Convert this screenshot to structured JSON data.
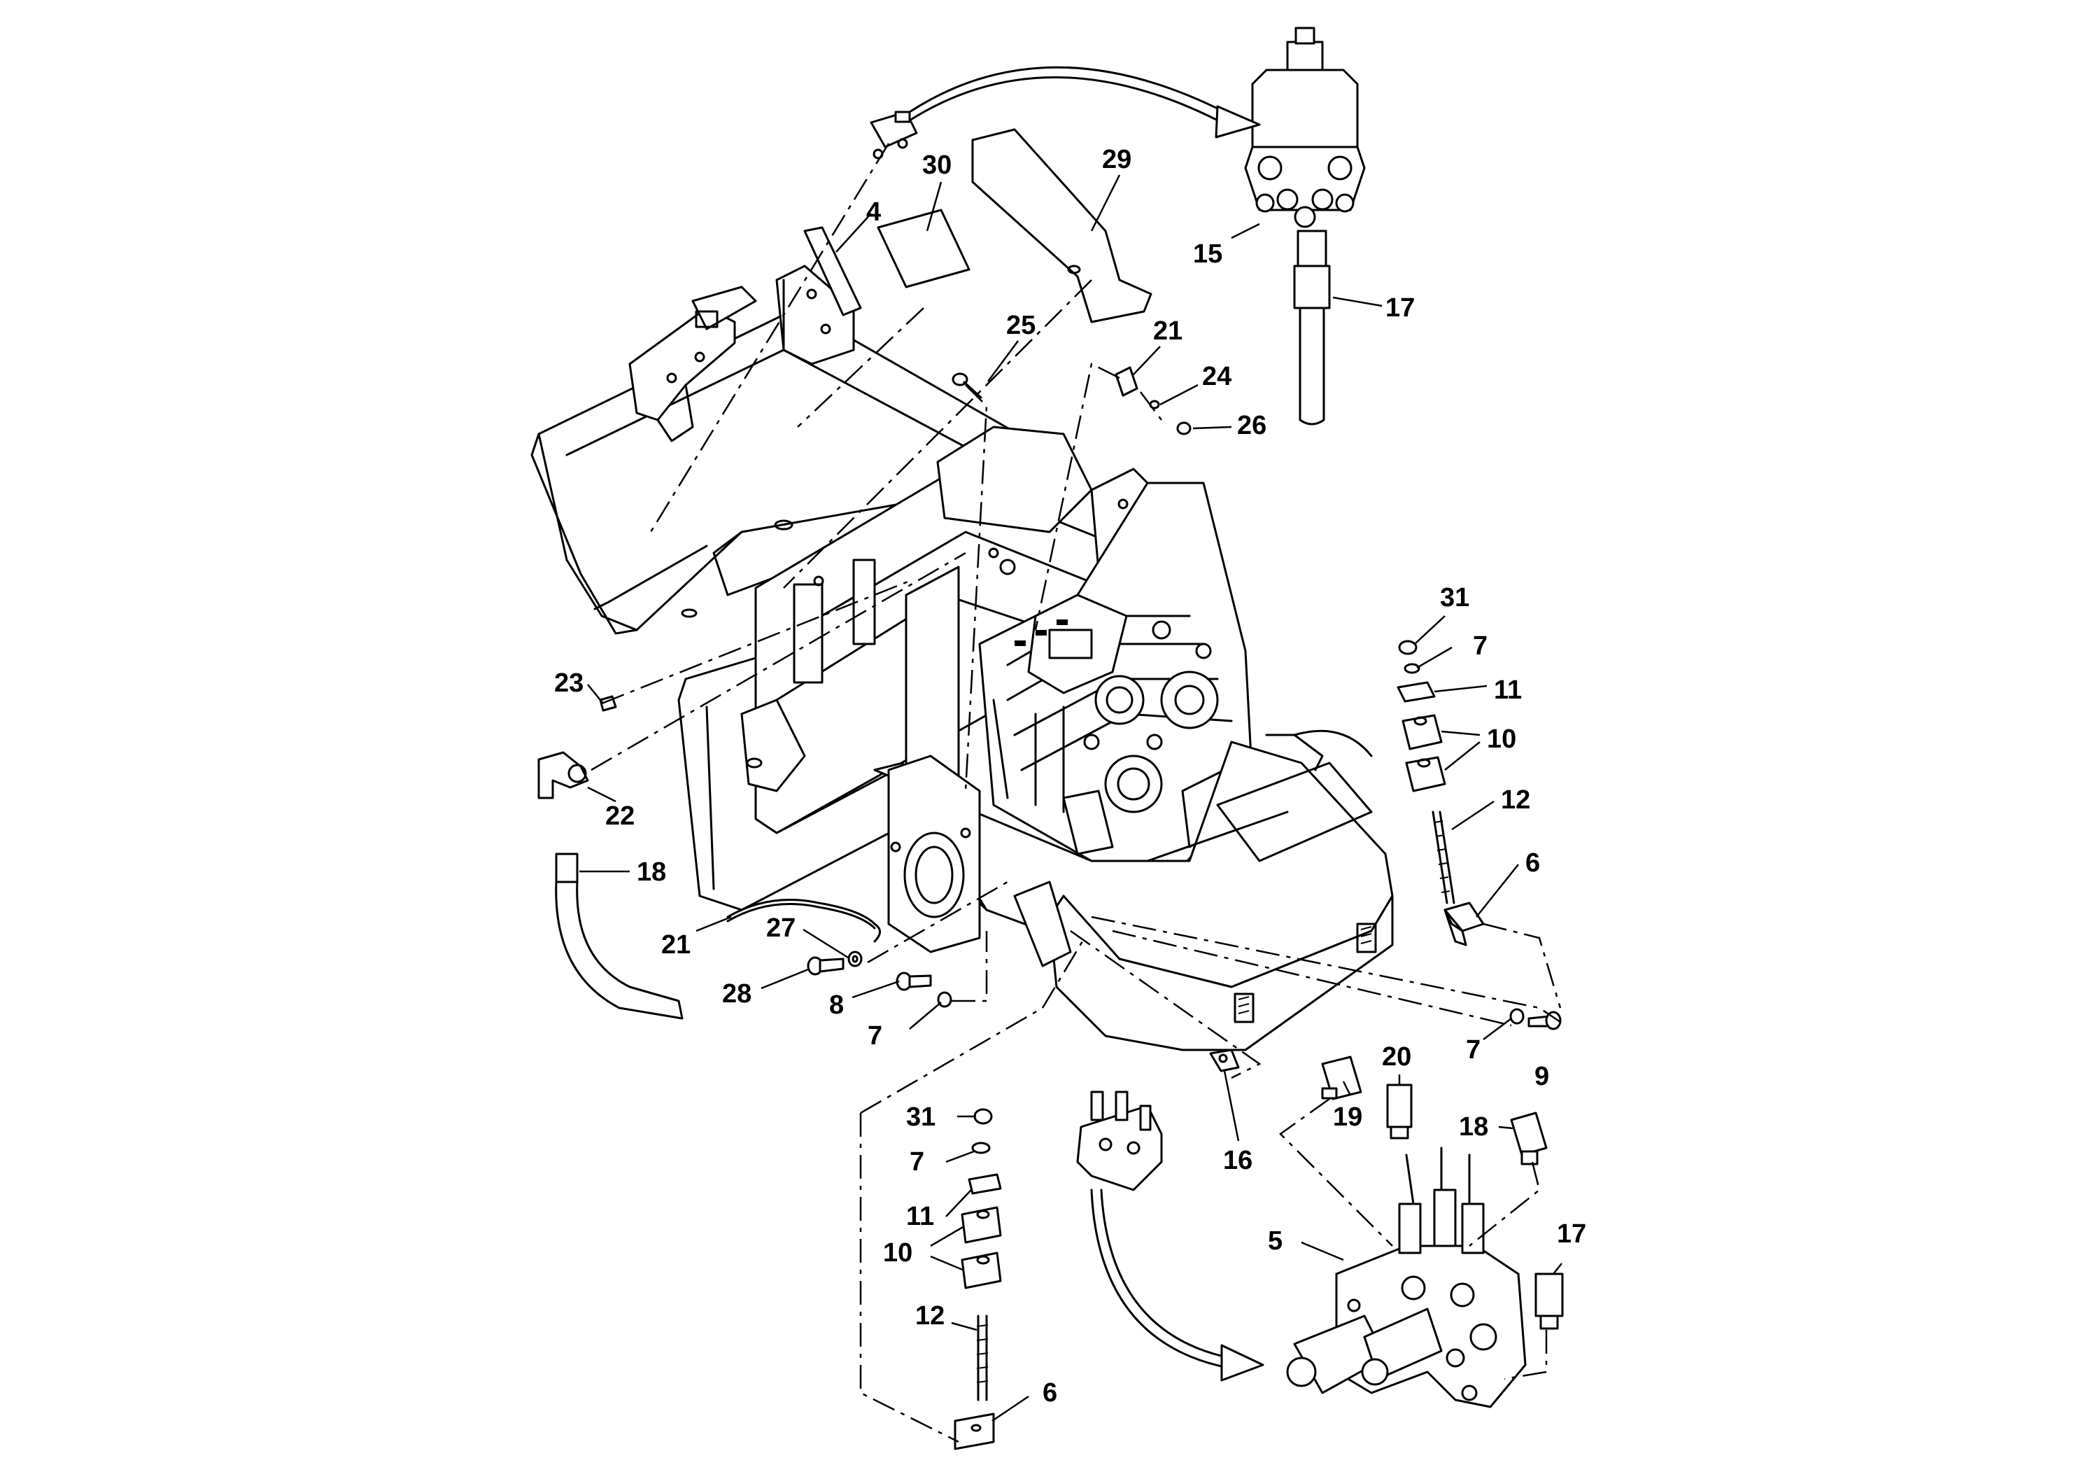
{
  "callouts": [
    {
      "id": "c30",
      "text": "30"
    },
    {
      "id": "c29",
      "text": "29"
    },
    {
      "id": "c4",
      "text": "4"
    },
    {
      "id": "c15",
      "text": "15"
    },
    {
      "id": "c17a",
      "text": "17"
    },
    {
      "id": "c25",
      "text": "25"
    },
    {
      "id": "c21a",
      "text": "21"
    },
    {
      "id": "c24",
      "text": "24"
    },
    {
      "id": "c26",
      "text": "26"
    },
    {
      "id": "c31a",
      "text": "31"
    },
    {
      "id": "c7a",
      "text": "7"
    },
    {
      "id": "c11a",
      "text": "11"
    },
    {
      "id": "c10a",
      "text": "10"
    },
    {
      "id": "c12a",
      "text": "12"
    },
    {
      "id": "c6a",
      "text": "6"
    },
    {
      "id": "c23",
      "text": "23"
    },
    {
      "id": "c22",
      "text": "22"
    },
    {
      "id": "c18a",
      "text": "18"
    },
    {
      "id": "c21b",
      "text": "21"
    },
    {
      "id": "c27",
      "text": "27"
    },
    {
      "id": "c28",
      "text": "28"
    },
    {
      "id": "c8",
      "text": "8"
    },
    {
      "id": "c7b",
      "text": "7"
    },
    {
      "id": "c7c",
      "text": "7"
    },
    {
      "id": "c9",
      "text": "9"
    },
    {
      "id": "c20",
      "text": "20"
    },
    {
      "id": "c19",
      "text": "19"
    },
    {
      "id": "c18b",
      "text": "18"
    },
    {
      "id": "c16",
      "text": "16"
    },
    {
      "id": "c31b",
      "text": "31"
    },
    {
      "id": "c7d",
      "text": "7"
    },
    {
      "id": "c11b",
      "text": "11"
    },
    {
      "id": "c10b",
      "text": "10"
    },
    {
      "id": "c12b",
      "text": "12"
    },
    {
      "id": "c6b",
      "text": "6"
    },
    {
      "id": "c5",
      "text": "5"
    },
    {
      "id": "c17b",
      "text": "17"
    }
  ]
}
